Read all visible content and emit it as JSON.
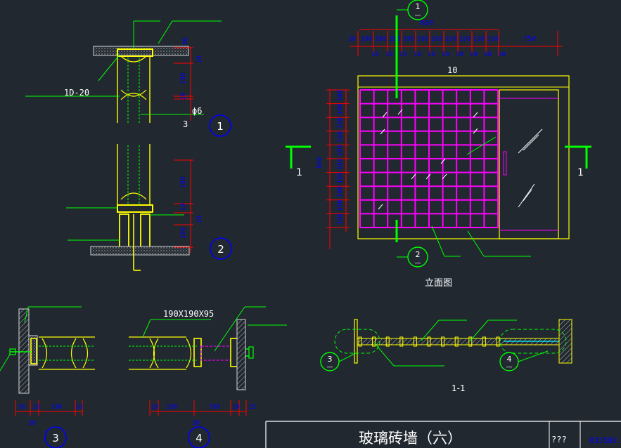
{
  "labels": {
    "elevation_title": "立面图",
    "section_title": "1-1",
    "callout_1": "1",
    "callout_2": "2",
    "callout_3": "3",
    "callout_4": "4",
    "section_mark_1": "1",
    "section_mark_2": "2",
    "section_dash": "—",
    "annot_rebar": "1D-20",
    "annot_phi": "ϕ6",
    "annot_3": "3",
    "annot_brick": "190X190X95",
    "grid_count": "10",
    "dim_880": "880",
    "dim_750": "750",
    "dim_50": "50",
    "dim_190": "190",
    "dim_10": "10",
    "dim_100": "100",
    "dim_25": "25",
    "dim_30": "30"
  },
  "title_block": {
    "title": "玻璃砖墙（六）",
    "cell_1": "???",
    "cell_2": "03J502"
  },
  "colors": {
    "background": "#212830",
    "frame": "#ffff00",
    "grid": "#ff00ff",
    "dimension": "#ff0000",
    "text_blue": "#0000ff",
    "leader": "#00ff00",
    "section_mark": "#00ff00",
    "text": "#ffffff",
    "glass": "#00ffff"
  }
}
